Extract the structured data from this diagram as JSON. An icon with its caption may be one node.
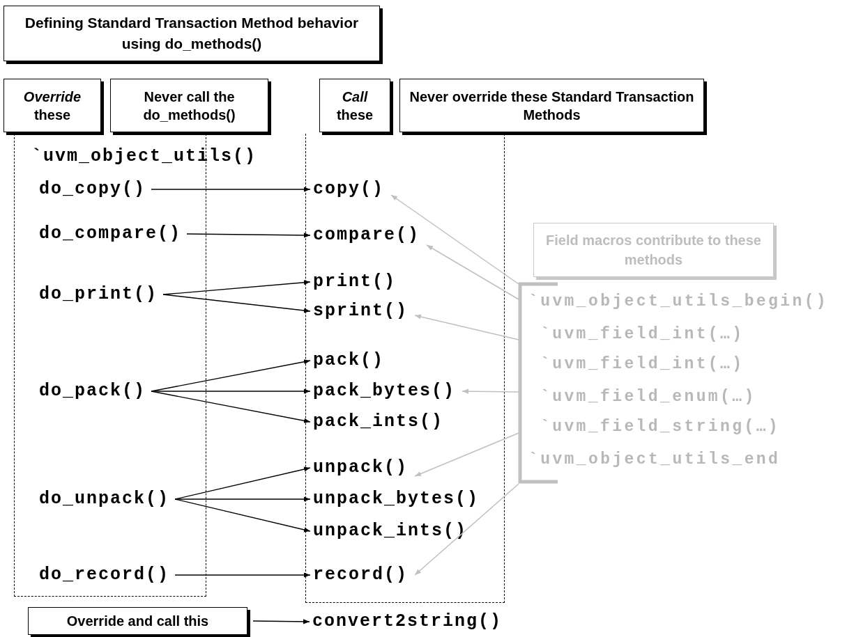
{
  "diagram": {
    "title": "Defining Standard Transaction Method behavior using do_methods()",
    "nodes": [
      {
        "text": [
          "*Override* these"
        ]
      },
      {
        "text": [
          "Never call the do_methods()"
        ]
      },
      {
        "text": [
          "*Call* these"
        ]
      },
      {
        "text": [
          "Never override these Standard Transaction Methods"
        ]
      },
      {
        "text": [],
        "shape": "box"
      },
      {
        "text": [],
        "shape": "box"
      },
      {
        "text": [
          "do_copy()"
        ],
        "in": 4
      },
      {
        "text": [
          "copy()"
        ],
        "in": 5
      },
      {
        "text": [
          "do_compare()"
        ],
        "in": 4
      },
      {
        "text": [
          "compare()"
        ],
        "in": 5
      },
      {
        "text": [
          "do_print()"
        ],
        "in": 4
      },
      {
        "text": [
          "print()"
        ],
        "in": 5
      },
      {
        "text": [
          "sprint()"
        ],
        "in": 5
      },
      {
        "text": [
          "do_pack()"
        ],
        "in": 4
      },
      {
        "text": [
          "pack()"
        ],
        "in": 5
      },
      {
        "text": [
          "pack_bytes()"
        ],
        "in": 5
      },
      {
        "text": [
          "pack_ints()"
        ],
        "in": 5
      },
      {
        "text": [
          "do_unpack()"
        ],
        "in": 4
      },
      {
        "text": [
          "unpack()"
        ],
        "in": 5
      },
      {
        "text": [
          "unpack_bytes()"
        ],
        "in": 5
      },
      {
        "text": [
          "unpack_ints()"
        ],
        "in": 5
      },
      {
        "text": [
          "do_record()"
        ],
        "in": 4
      },
      {
        "text": [
          "record()"
        ],
        "in": 5
      },
      {
        "text": [
          "Override and call this"
        ]
      },
      {
        "text": [
          "convert2string()"
        ]
      },
      {
        "text": [
          "Field macros contribute to these methods"
        ]
      },
      {
        "text": [
          "`uvm_object_utils_begin()",
          "`uvm_field_int(…)",
          "`uvm_field_int(…)",
          "`uvm_field_enum(…)",
          "`uvm_field_string(…)",
          "`uvm_object_utils_end"
        ]
      }
    ],
    "edges": [
      {
        "from": 6,
        "to": 7,
        "arrow": "to"
      },
      {
        "from": 8,
        "to": 9,
        "arrow": "to"
      },
      {
        "from": 10,
        "to": 11,
        "arrow": "to"
      },
      {
        "from": 10,
        "to": 12,
        "arrow": "to"
      },
      {
        "from": 13,
        "to": 14,
        "arrow": "to"
      },
      {
        "from": 13,
        "to": 15,
        "arrow": "to"
      },
      {
        "from": 13,
        "to": 16,
        "arrow": "to"
      },
      {
        "from": 17,
        "to": 18,
        "arrow": "to"
      },
      {
        "from": 17,
        "to": 19,
        "arrow": "to"
      },
      {
        "from": 17,
        "to": 20,
        "arrow": "to"
      },
      {
        "from": 21,
        "to": 22,
        "arrow": "to"
      },
      {
        "from": 23,
        "to": 24,
        "arrow": "to"
      },
      {
        "from": 26,
        "to": 7,
        "arrow": "to",
        "color": "#c0c0c0"
      },
      {
        "from": 26,
        "to": 9,
        "arrow": "to",
        "color": "#c0c0c0"
      },
      {
        "from": 26,
        "to": 12,
        "arrow": "to",
        "color": "#c0c0c0"
      },
      {
        "from": 26,
        "to": 15,
        "arrow": "to",
        "color": "#c0c0c0"
      },
      {
        "from": 26,
        "to": 18,
        "arrow": "to",
        "color": "#c0c0c0"
      },
      {
        "from": 26,
        "to": 22,
        "arrow": "to",
        "color": "#c0c0c0"
      }
    ],
    "labels": [
      "`uvm_object_utils()"
    ]
  }
}
